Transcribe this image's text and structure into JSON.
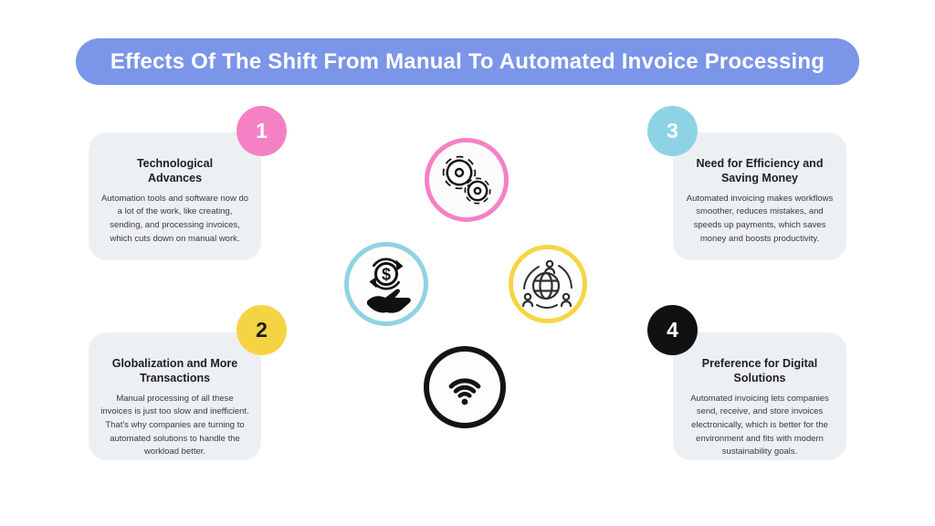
{
  "page": {
    "background": "#ffffff"
  },
  "header": {
    "title": "Effects Of The Shift From Manual To Automated Invoice Processing",
    "bg_color": "#7b95e9",
    "text_color": "#ffffff"
  },
  "cards": [
    {
      "number": "1",
      "badge_color": "#f581c4",
      "badge_text_color": "#ffffff",
      "title": "Technological\nAdvances",
      "body": "Automation tools and software now do a lot of the work, like creating, sending, and processing invoices, which cuts down on manual work."
    },
    {
      "number": "2",
      "badge_color": "#f5d443",
      "badge_text_color": "#1c1c1c",
      "title": "Globalization and More\nTransactions",
      "body": "Manual processing of all these invoices is just too slow and inefficient. That's why companies are turning to automated solutions to handle the workload better."
    },
    {
      "number": "3",
      "badge_color": "#8ed3e4",
      "badge_text_color": "#ffffff",
      "title": "Need for Efficiency and\nSaving Money",
      "body": "Automated invoicing makes workflows smoother, reduces mistakes, and speeds up payments, which saves money and boosts productivity."
    },
    {
      "number": "4",
      "badge_color": "#111111",
      "badge_text_color": "#ffffff",
      "title": "Preference for Digital\nSolutions",
      "body": "Automated invoicing lets companies send, receive, and store invoices electronically, which is better for the environment and fits with modern sustainability goals."
    }
  ],
  "center_icons": [
    {
      "name": "gears-icon",
      "ring_color": "#f581c4"
    },
    {
      "name": "money-hand-icon",
      "ring_color": "#8ed3e4"
    },
    {
      "name": "global-network-icon",
      "ring_color": "#f6d544"
    },
    {
      "name": "wifi-icon",
      "ring_color": "#141414"
    }
  ]
}
